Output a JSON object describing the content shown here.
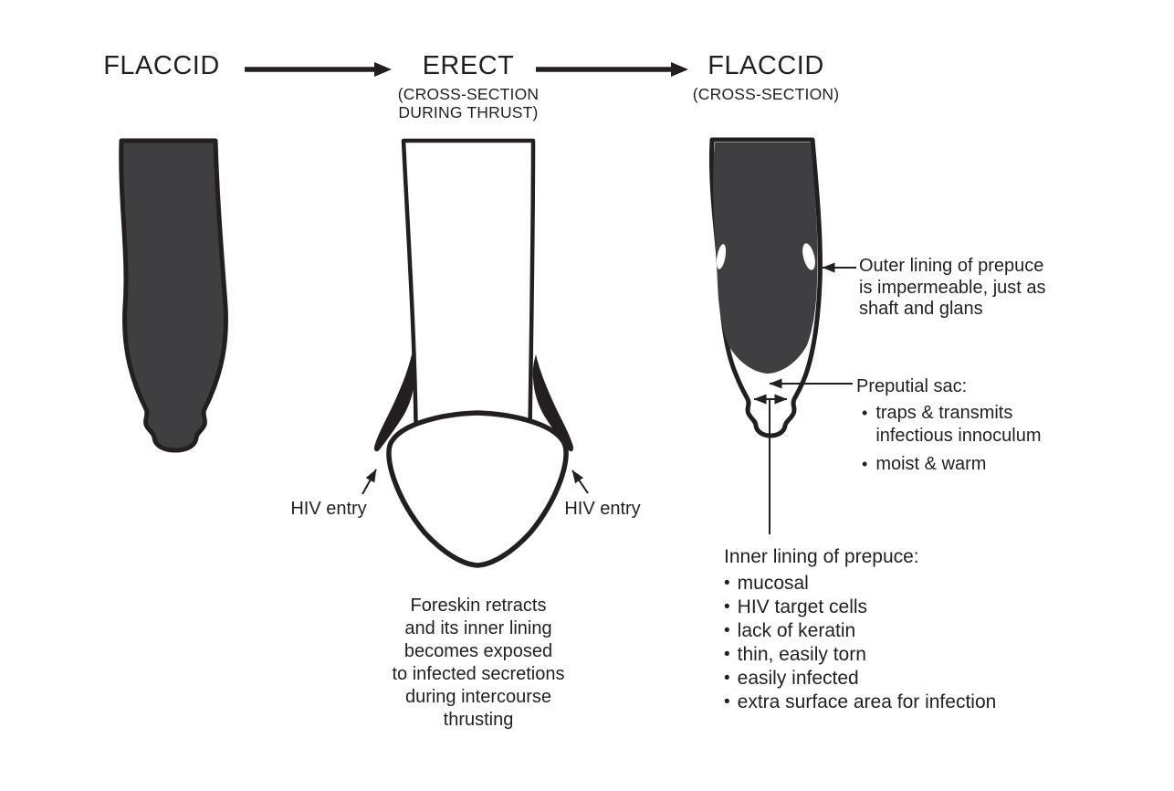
{
  "colors": {
    "ink": "#231f20",
    "dark_fill": "#3f3f41",
    "background": "#ffffff"
  },
  "bullet_char": "•",
  "stages": {
    "left": {
      "title": "FLACCID"
    },
    "middle": {
      "title": "ERECT",
      "subtitle_line1": "(CROSS-SECTION",
      "subtitle_line2": "DURING THRUST)"
    },
    "right": {
      "title": "FLACCID",
      "subtitle": "(CROSS-SECTION)"
    }
  },
  "middle_figure": {
    "hiv_entry_left": "HIV entry",
    "hiv_entry_right": "HIV entry",
    "caption_lines": [
      "Foreskin retracts",
      "and its inner lining",
      "becomes exposed",
      "to infected secretions",
      "during intercourse",
      "thrusting"
    ]
  },
  "right_figure_annotations": {
    "outer_lining_lines": [
      "Outer lining of prepuce",
      "is impermeable, just as",
      "shaft and glans"
    ],
    "preputial_sac": {
      "title": "Preputial sac:",
      "items": [
        "traps & transmits infectious innoculum",
        "moist & warm"
      ]
    },
    "inner_lining": {
      "title": "Inner lining of prepuce:",
      "items": [
        "mucosal",
        "HIV target cells",
        "lack of keratin",
        "thin, easily torn",
        "easily infected",
        "extra surface area for infection"
      ]
    }
  }
}
